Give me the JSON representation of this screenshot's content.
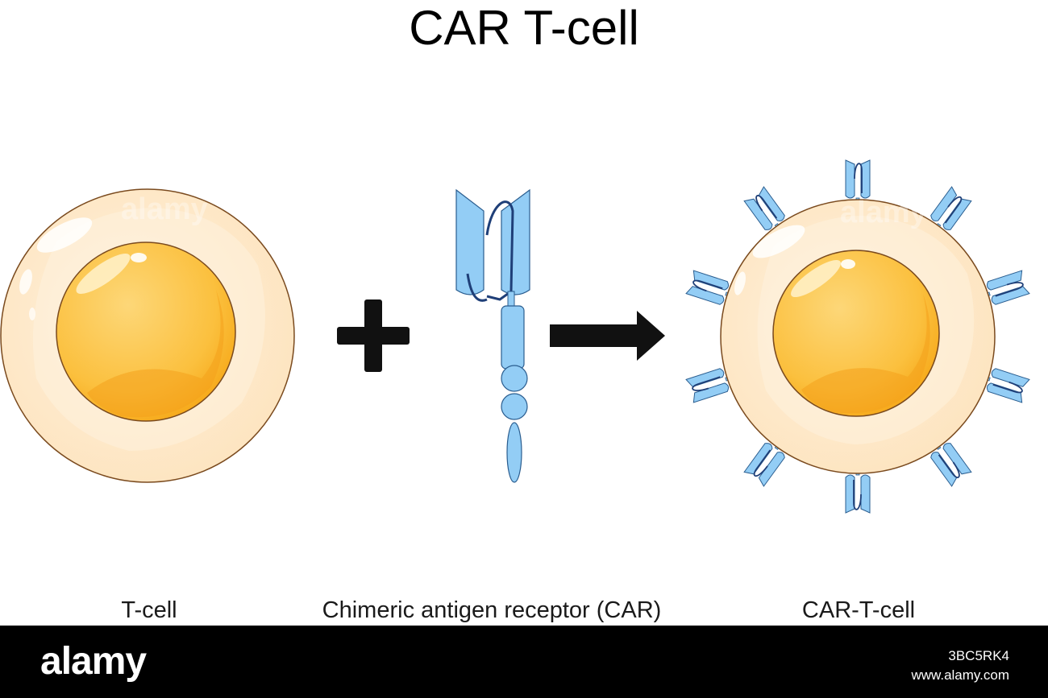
{
  "title": "CAR T-cell",
  "labels": {
    "t_cell": "T-cell",
    "car": "Chimeric antigen receptor (CAR)",
    "car_t_cell": "CAR-T-cell"
  },
  "watermark": "alamy",
  "footer": {
    "logo": "alamy",
    "image_id": "3BC5RK4",
    "url": "www.alamy.com"
  },
  "colors": {
    "cytoplasm": "#fde8c7",
    "cell_border": "#7a4a1e",
    "nucleus": "#fbc44a",
    "receptor_fill": "#93cdf5",
    "receptor_stroke": "#2a5d8f",
    "linker": "#1f3f78"
  }
}
